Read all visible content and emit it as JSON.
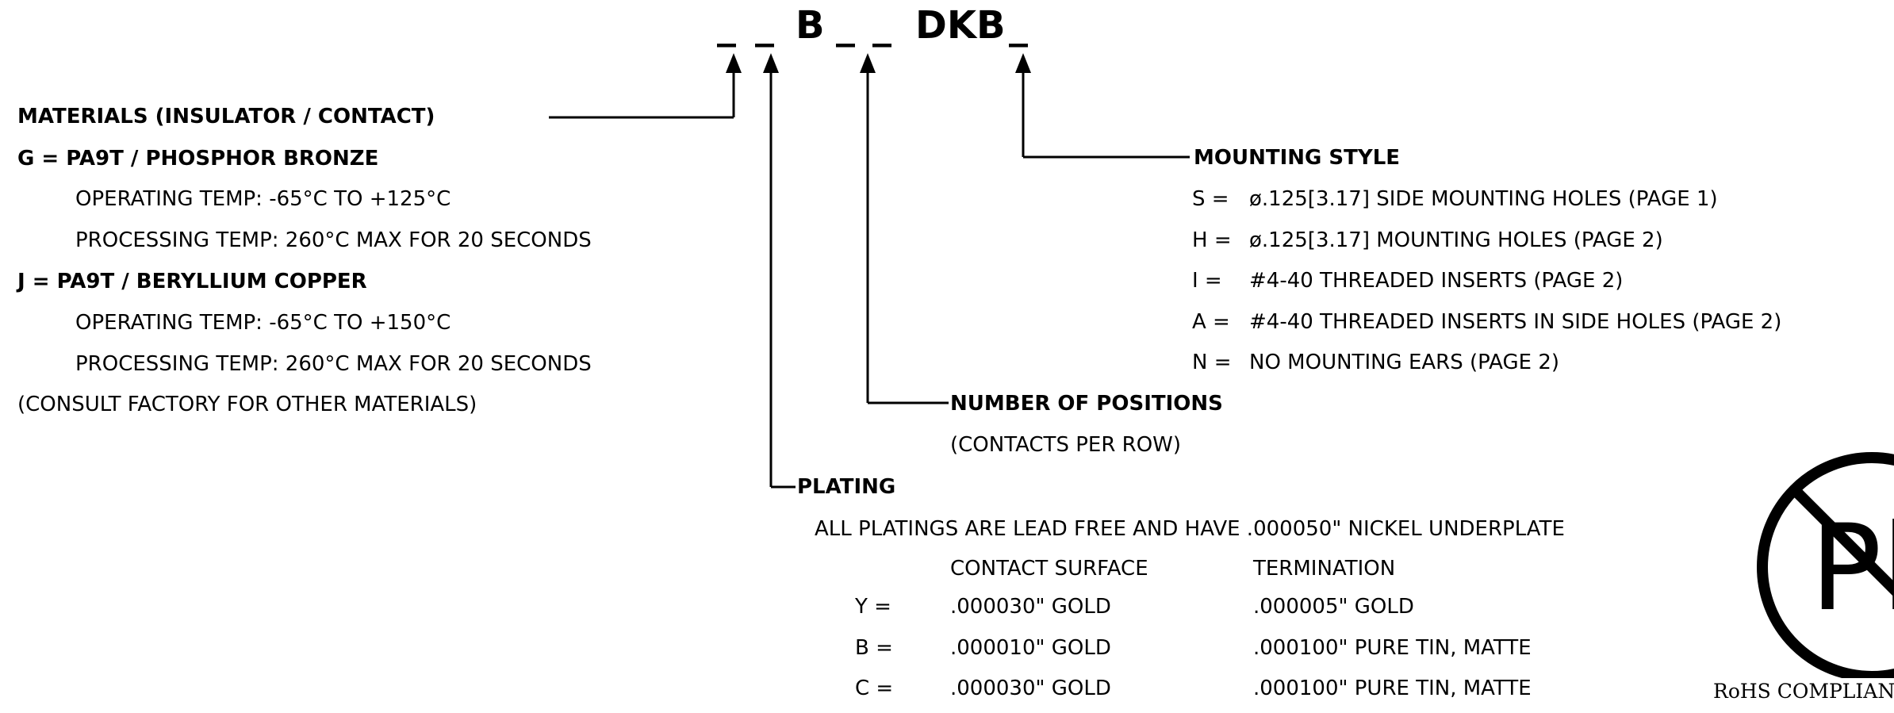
{
  "code": {
    "blank": "_",
    "b": "B",
    "dkb": "DKB"
  },
  "materials": {
    "title": "MATERIALS (INSULATOR / CONTACT)",
    "g": "G = PA9T / PHOSPHOR BRONZE",
    "g_operating": "OPERATING TEMP: -65°C TO +125°C",
    "g_processing": "PROCESSING TEMP: 260°C MAX FOR 20 SECONDS",
    "j": "J = PA9T / BERYLLIUM COPPER",
    "j_operating": "OPERATING TEMP: -65°C TO +150°C",
    "j_processing": "PROCESSING TEMP: 260°C MAX FOR 20 SECONDS",
    "consult": "(CONSULT FACTORY FOR OTHER MATERIALS)"
  },
  "mounting": {
    "title": "MOUNTING STYLE",
    "items": [
      {
        "code": "S =",
        "desc": "ø.125[3.17] SIDE MOUNTING HOLES (PAGE 1)"
      },
      {
        "code": "H =",
        "desc": "ø.125[3.17] MOUNTING HOLES (PAGE 2)"
      },
      {
        "code": "I =",
        "desc": "#4-40 THREADED INSERTS (PAGE 2)"
      },
      {
        "code": "A =",
        "desc": "#4-40 THREADED INSERTS IN SIDE HOLES (PAGE 2)"
      },
      {
        "code": "N =",
        "desc": "NO MOUNTING EARS (PAGE 2)"
      }
    ]
  },
  "positions": {
    "title": "NUMBER OF POSITIONS",
    "sub": "(CONTACTS PER ROW)"
  },
  "plating": {
    "title": "PLATING",
    "note": "ALL PLATINGS ARE LEAD FREE AND HAVE .000050\" NICKEL UNDERPLATE",
    "col_surface": "CONTACT SURFACE",
    "col_termination": "TERMINATION",
    "rows": [
      {
        "code": "Y =",
        "surface": ".000030\" GOLD",
        "termination": ".000005\" GOLD"
      },
      {
        "code": "B =",
        "surface": ".000010\" GOLD",
        "termination": ".000100\" PURE TIN, MATTE"
      },
      {
        "code": "C =",
        "surface": ".000030\" GOLD",
        "termination": ".000100\" PURE TIN, MATTE"
      }
    ]
  },
  "rohs": {
    "symbol": "Pb",
    "label": "RoHS COMPLIANT"
  }
}
